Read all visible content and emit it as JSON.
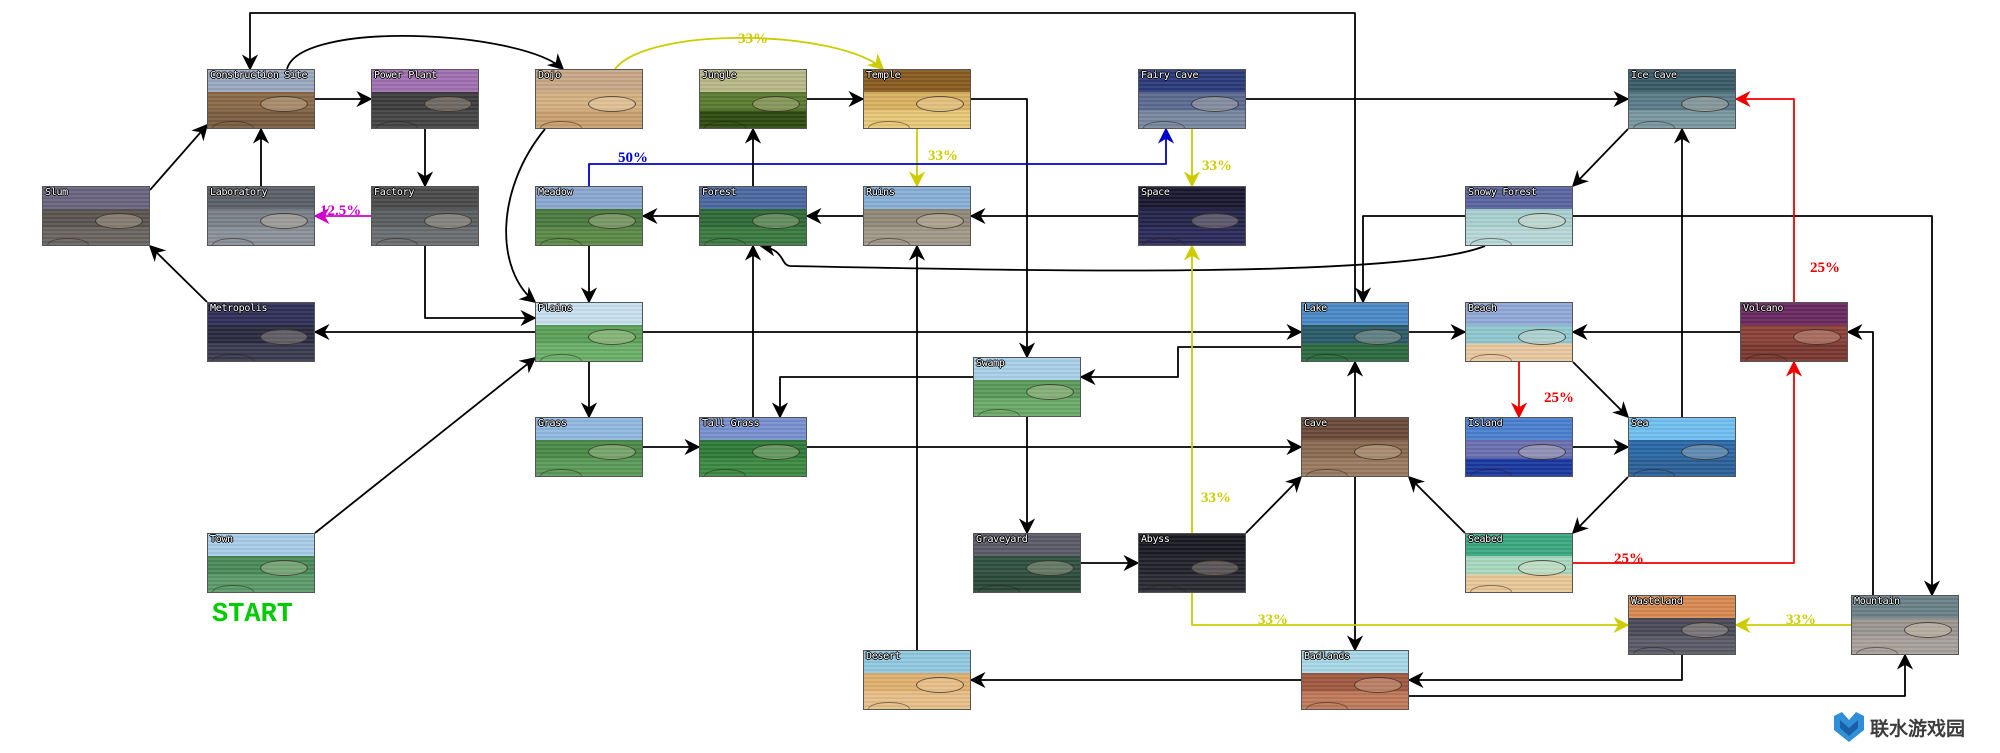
{
  "title": "Area route map",
  "start_label": "START",
  "watermark": "联水游戏园",
  "colors": {
    "default_edge": "#000000",
    "yellow": "#cccc00",
    "blue": "#0000cc",
    "magenta": "#cc00cc",
    "red": "#ee0000",
    "start": "#00cc00",
    "watermark_icon": "#2f8fd8"
  },
  "nodes": [
    {
      "id": "construction_site",
      "label": "Construction Site",
      "theme": [
        "#9aa8c0",
        "#8a6a48",
        "#7a5e40"
      ]
    },
    {
      "id": "power_plant",
      "label": "Power Plant",
      "theme": [
        "#a070b0",
        "#3c3c3c",
        "#444444"
      ]
    },
    {
      "id": "dojo",
      "label": "Dojo",
      "theme": [
        "#c8a888",
        "#d4b080",
        "#c8a070"
      ]
    },
    {
      "id": "jungle",
      "label": "Jungle",
      "theme": [
        "#b8b888",
        "#5a7a30",
        "#2e4a10"
      ]
    },
    {
      "id": "temple",
      "label": "Temple",
      "theme": [
        "#8a5a20",
        "#d8b060",
        "#e8c878"
      ]
    },
    {
      "id": "fairy_cave",
      "label": "Fairy Cave",
      "theme": [
        "#2a3a7a",
        "#5a6a90",
        "#7888a0"
      ]
    },
    {
      "id": "ice_cave",
      "label": "Ice Cave",
      "theme": [
        "#3a5a68",
        "#5a7a88",
        "#7a98a0"
      ]
    },
    {
      "id": "slum",
      "label": "Slum",
      "theme": [
        "#6a6480",
        "#5a5450",
        "#6a6460"
      ]
    },
    {
      "id": "laboratory",
      "label": "Laboratory",
      "theme": [
        "#5a6068",
        "#7a8088",
        "#8a9098"
      ]
    },
    {
      "id": "factory",
      "label": "Factory",
      "theme": [
        "#4a4a4a",
        "#5a5e60",
        "#6a6e70"
      ]
    },
    {
      "id": "meadow",
      "label": "Meadow",
      "theme": [
        "#8aa8d0",
        "#4a7a40",
        "#5a8a48"
      ]
    },
    {
      "id": "forest",
      "label": "Forest",
      "theme": [
        "#4a68a0",
        "#2e6a38",
        "#3a7a40"
      ]
    },
    {
      "id": "ruins",
      "label": "Ruins",
      "theme": [
        "#88b0d8",
        "#908878",
        "#a09888"
      ]
    },
    {
      "id": "space",
      "label": "Space",
      "theme": [
        "#1a1830",
        "#24244a",
        "#2a2a58"
      ]
    },
    {
      "id": "snowy_forest",
      "label": "Snowy Forest",
      "theme": [
        "#5a64a0",
        "#a8d0d0",
        "#b8d8d8"
      ]
    },
    {
      "id": "metropolis",
      "label": "Metropolis",
      "theme": [
        "#303058",
        "#2a2a40",
        "#3a3a50"
      ]
    },
    {
      "id": "plains",
      "label": "Plains",
      "theme": [
        "#c8e0f0",
        "#5aa058",
        "#6ab068"
      ]
    },
    {
      "id": "lake",
      "label": "Lake",
      "theme": [
        "#4a8ac8",
        "#2a5a68",
        "#2a6a40"
      ]
    },
    {
      "id": "beach",
      "label": "Beach",
      "theme": [
        "#90a8d8",
        "#90c8d0",
        "#e8c8a0"
      ]
    },
    {
      "id": "volcano",
      "label": "Volcano",
      "theme": [
        "#6a2860",
        "#8a4038",
        "#7a3830"
      ]
    },
    {
      "id": "swamp",
      "label": "Swamp",
      "theme": [
        "#a8d0e8",
        "#5a9a5a",
        "#6aaa68"
      ]
    },
    {
      "id": "grass",
      "label": "Grass",
      "theme": [
        "#90b8e0",
        "#4a8a48",
        "#5a9a58"
      ]
    },
    {
      "id": "tall_grass",
      "label": "Tall Grass",
      "theme": [
        "#7890d0",
        "#2e7a38",
        "#3a8a40"
      ]
    },
    {
      "id": "cave",
      "label": "Cave",
      "theme": [
        "#6a4a38",
        "#8a6a50",
        "#9a7a60"
      ]
    },
    {
      "id": "island",
      "label": "Island",
      "theme": [
        "#4a80d0",
        "#6a70b0",
        "#1a38a0"
      ]
    },
    {
      "id": "sea",
      "label": "Sea",
      "theme": [
        "#70c0f0",
        "#2a68a8",
        "#2a6098"
      ]
    },
    {
      "id": "town",
      "label": "Town",
      "theme": [
        "#a8cce8",
        "#4a8a58",
        "#5a9a68"
      ]
    },
    {
      "id": "graveyard",
      "label": "Graveyard",
      "theme": [
        "#5a5a68",
        "#2e5040",
        "#2a4838"
      ]
    },
    {
      "id": "abyss",
      "label": "Abyss",
      "theme": [
        "#1a1a22",
        "#22222c",
        "#2a2a34"
      ]
    },
    {
      "id": "seabed",
      "label": "Seabed",
      "theme": [
        "#3aa880",
        "#a8d8c0",
        "#e8c898"
      ]
    },
    {
      "id": "wasteland",
      "label": "Wasteland",
      "theme": [
        "#d88a50",
        "#4a4a58",
        "#5a5a68"
      ]
    },
    {
      "id": "mountain",
      "label": "Mountain",
      "theme": [
        "#6a8088",
        "#9a9690",
        "#a8a09a"
      ]
    },
    {
      "id": "desert",
      "label": "Desert",
      "theme": [
        "#90c8e0",
        "#e0b070",
        "#e8c088"
      ]
    },
    {
      "id": "badlands",
      "label": "Badlands",
      "theme": [
        "#a8d8e8",
        "#a05840",
        "#c07858"
      ]
    }
  ],
  "edges": [
    {
      "from": "slum",
      "to": "construction_site"
    },
    {
      "from": "metropolis",
      "to": "slum"
    },
    {
      "from": "laboratory",
      "to": "construction_site"
    },
    {
      "from": "construction_site",
      "to": "power_plant"
    },
    {
      "from": "construction_site",
      "to": "dojo"
    },
    {
      "from": "power_plant",
      "to": "factory"
    },
    {
      "from": "factory",
      "to": "laboratory",
      "prob": "12.5%",
      "color": "magenta"
    },
    {
      "from": "factory",
      "to": "plains"
    },
    {
      "from": "dojo",
      "to": "plains"
    },
    {
      "from": "dojo",
      "to": "temple",
      "prob": "33%",
      "color": "yellow"
    },
    {
      "from": "jungle",
      "to": "temple"
    },
    {
      "from": "temple",
      "to": "ruins",
      "prob": "33%",
      "color": "yellow"
    },
    {
      "from": "temple",
      "to": "swamp"
    },
    {
      "from": "meadow",
      "to": "fairy_cave",
      "prob": "50%",
      "color": "blue"
    },
    {
      "from": "meadow",
      "to": "plains"
    },
    {
      "from": "forest",
      "to": "meadow"
    },
    {
      "from": "forest",
      "to": "jungle"
    },
    {
      "from": "ruins",
      "to": "forest"
    },
    {
      "from": "space",
      "to": "ruins"
    },
    {
      "from": "fairy_cave",
      "to": "space",
      "prob": "33%",
      "color": "yellow"
    },
    {
      "from": "fairy_cave",
      "to": "ice_cave"
    },
    {
      "from": "ice_cave",
      "to": "snowy_forest"
    },
    {
      "from": "snowy_forest",
      "to": "forest"
    },
    {
      "from": "snowy_forest",
      "to": "lake"
    },
    {
      "from": "snowy_forest",
      "to": "mountain"
    },
    {
      "from": "plains",
      "to": "metropolis"
    },
    {
      "from": "plains",
      "to": "lake"
    },
    {
      "from": "plains",
      "to": "grass"
    },
    {
      "from": "town",
      "to": "plains"
    },
    {
      "from": "grass",
      "to": "tall_grass"
    },
    {
      "from": "tall_grass",
      "to": "forest"
    },
    {
      "from": "tall_grass",
      "to": "cave"
    },
    {
      "from": "swamp",
      "to": "tall_grass"
    },
    {
      "from": "swamp",
      "to": "graveyard"
    },
    {
      "from": "lake",
      "to": "swamp"
    },
    {
      "from": "lake",
      "to": "beach"
    },
    {
      "from": "lake",
      "to": "construction_site"
    },
    {
      "from": "beach",
      "to": "island",
      "prob": "25%",
      "color": "red"
    },
    {
      "from": "beach",
      "to": "sea"
    },
    {
      "from": "volcano",
      "to": "beach"
    },
    {
      "from": "volcano",
      "to": "ice_cave",
      "prob": "25%",
      "color": "red"
    },
    {
      "from": "island",
      "to": "sea"
    },
    {
      "from": "sea",
      "to": "ice_cave"
    },
    {
      "from": "sea",
      "to": "seabed"
    },
    {
      "from": "seabed",
      "to": "cave"
    },
    {
      "from": "seabed",
      "to": "volcano",
      "prob": "25%",
      "color": "red"
    },
    {
      "from": "cave",
      "to": "lake"
    },
    {
      "from": "cave",
      "to": "badlands"
    },
    {
      "from": "graveyard",
      "to": "abyss"
    },
    {
      "from": "abyss",
      "to": "cave"
    },
    {
      "from": "abyss",
      "to": "space",
      "prob": "33%",
      "color": "yellow"
    },
    {
      "from": "abyss",
      "to": "wasteland",
      "prob": "33%",
      "color": "yellow"
    },
    {
      "from": "mountain",
      "to": "wasteland",
      "prob": "33%",
      "color": "yellow"
    },
    {
      "from": "mountain",
      "to": "volcano"
    },
    {
      "from": "wasteland",
      "to": "badlands"
    },
    {
      "from": "badlands",
      "to": "desert"
    },
    {
      "from": "badlands",
      "to": "mountain"
    },
    {
      "from": "desert",
      "to": "ruins"
    }
  ]
}
